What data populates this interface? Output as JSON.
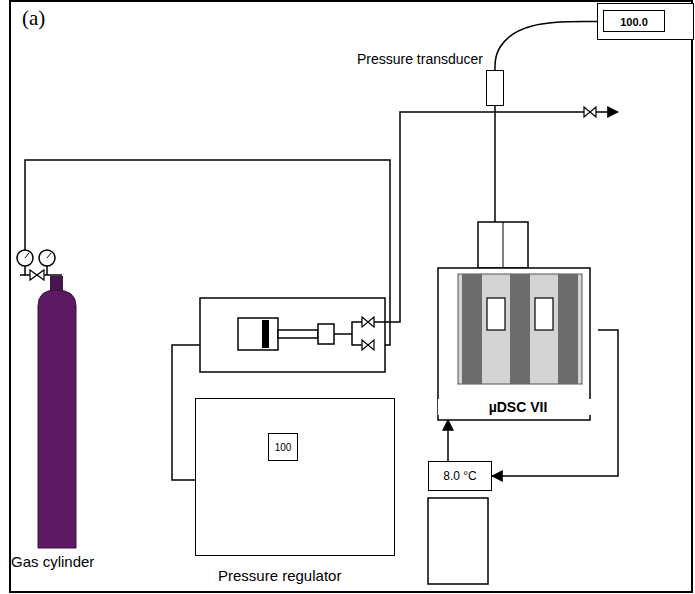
{
  "diagram": {
    "nodes": [
      {
        "text": [
          "Gas cylinder"
        ]
      },
      {
        "text": [
          "Pressure regulator"
        ]
      },
      {
        "text": [
          "100"
        ],
        "in": 1
      },
      {
        "text": [
          "Pressure transducer"
        ]
      },
      {
        "text": [
          "100.0"
        ]
      },
      {
        "text": [
          "µDSC VII"
        ]
      },
      {
        "text": [
          "8.0 °C"
        ]
      }
    ],
    "edges": [
      {
        "from": 3,
        "to": 4,
        "arrow": "none"
      },
      {
        "from": 6,
        "to": 5,
        "arrow": "to"
      },
      {
        "from": 5,
        "to": 6,
        "arrow": "to"
      }
    ],
    "labels": [
      "(a)"
    ]
  }
}
